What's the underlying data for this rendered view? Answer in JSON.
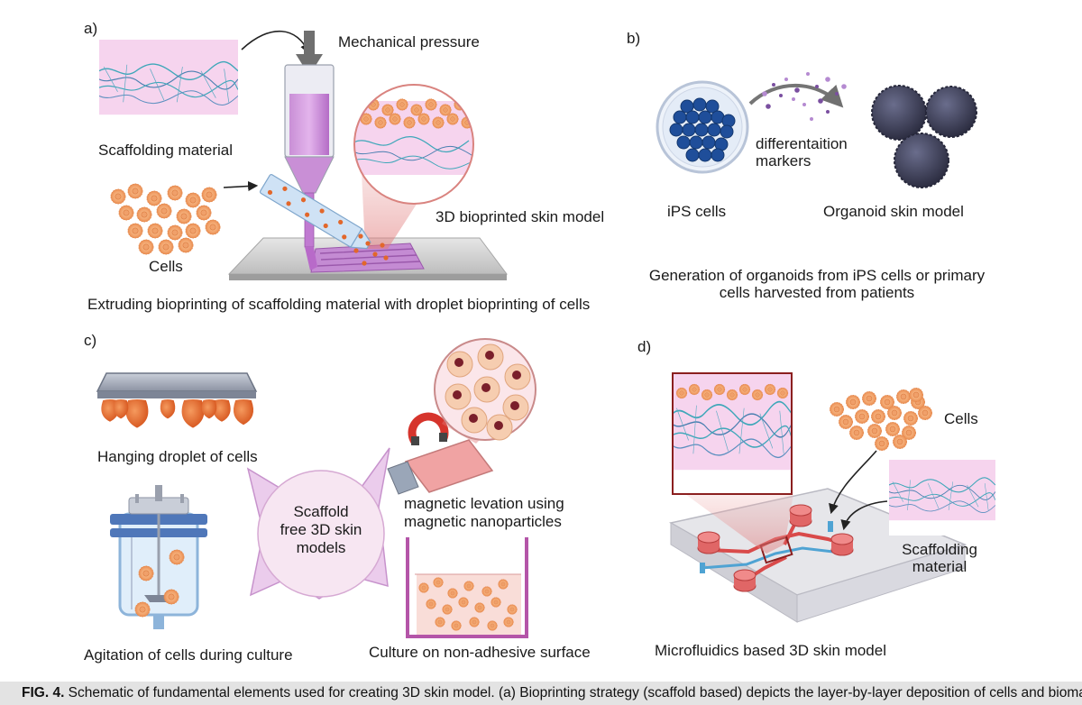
{
  "panels": {
    "a": {
      "letter": "a)",
      "mechanical_pressure": "Mechanical pressure",
      "scaffolding_material": "Scaffolding material",
      "cells": "Cells",
      "bioprinted": "3D bioprinted skin model",
      "caption": "Extruding bioprinting of scaffolding material with droplet bioprinting of cells"
    },
    "b": {
      "letter": "b)",
      "differentiation_line1": "differentaition",
      "differentiation_line2": "markers",
      "ips_cells": "iPS cells",
      "organoid": "Organoid skin model",
      "caption_line1": "Generation of organoids from iPS cells or primary",
      "caption_line2": "cells harvested from patients"
    },
    "c": {
      "letter": "c)",
      "hanging": "Hanging droplet of cells",
      "center_line1": "Scaffold",
      "center_line2": "free 3D skin",
      "center_line3": "models",
      "magnetic_line1": "magnetic levation using",
      "magnetic_line2": "magnetic nanoparticles",
      "agitation": "Agitation of cells during culture",
      "culture": "Culture on non-adhesive surface"
    },
    "d": {
      "letter": "d)",
      "cells": "Cells",
      "scaffolding_line1": "Scaffolding",
      "scaffolding_line2": "material",
      "caption": "Microfluidics based 3D skin model"
    }
  },
  "figure_caption": {
    "label": "FIG. 4.",
    "text": " Schematic of fundamental elements used for creating 3D skin model. (a) Bioprinting strategy (scaffold based) depicts the layer-by-layer deposition of cells and biomate-"
  },
  "colors": {
    "skin_pink": "#f3c9ea",
    "dermis_fiber": "#3ea7b9",
    "cell_orange": "#f2a36b",
    "purple": "#b86ac9",
    "dark_blue": "#1f4e9a",
    "organoid": "#3f4058",
    "drop_orange": "#e2672b",
    "flask_red": "#d9534f",
    "magnet_red": "#d6342c",
    "chip_red": "#d94a4a"
  }
}
